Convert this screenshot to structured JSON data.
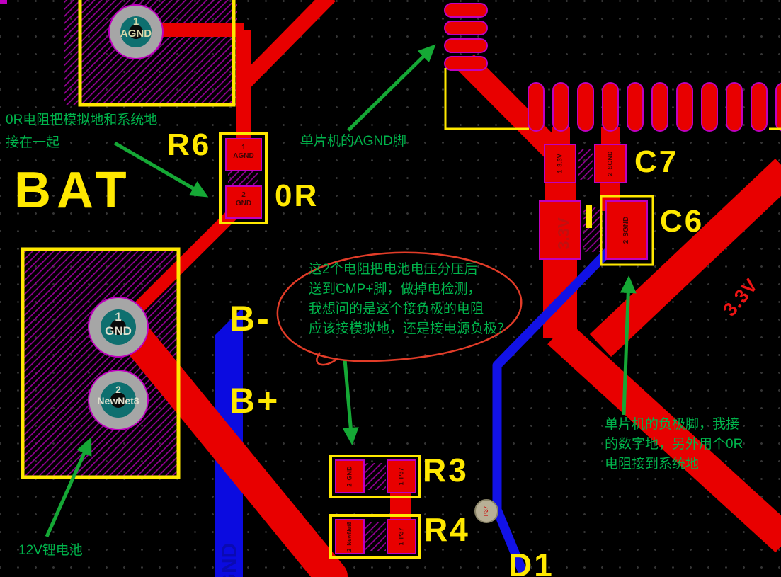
{
  "silkscreen": {
    "bat": "BAT",
    "r6": "R6",
    "r6_value": "0R",
    "b_minus": "B-",
    "b_plus": "B+",
    "r3": "R3",
    "r4": "R4",
    "c7": "C7",
    "c6": "C6",
    "d1": "D1"
  },
  "net_labels": {
    "v33_trace": "3.3V",
    "v33_pad": "3.3V",
    "gnd_blue": "GND"
  },
  "pads": {
    "agnd_module": {
      "num": "1",
      "name": "AGND"
    },
    "r6_1": {
      "num": "1",
      "name": "AGND"
    },
    "r6_2": {
      "num": "2",
      "name": "GND"
    },
    "bat_1": {
      "num": "1",
      "name": "GND"
    },
    "bat_2": {
      "num": "2",
      "name": "NewNet8"
    },
    "c7_1": {
      "num": "1",
      "name": "3.3V"
    },
    "c7_2": {
      "num": "2",
      "name": "SGND"
    },
    "c6_2": {
      "num": "2",
      "name": "SGND"
    },
    "r3_2": {
      "num": "2",
      "name": "GND"
    },
    "r3_1": {
      "num": "1",
      "name": "P37"
    },
    "r4_2": {
      "num": "2",
      "name": "NewNet8"
    },
    "r4_1": {
      "num": "1",
      "name": "P37"
    },
    "via": {
      "name": "P37"
    }
  },
  "annotations": {
    "note_0r": {
      "line1": "0R电阻把模拟地和系统地",
      "line2": "接在一起"
    },
    "note_agnd": "单片机的AGND脚",
    "note_divider": {
      "line1": "这2个电阻把电池电压分压后",
      "line2": "送到CMP+脚，做掉电检测，",
      "line3": "我想问的是这个接负极的电阻",
      "line4": "应该接模拟地，还是接电源负极？"
    },
    "note_mcu": {
      "line1": "单片机的负极脚，我接",
      "line2": "的数字地，另外用个0R",
      "line3": "电阻接到系统地"
    },
    "note_battery": "12V锂电池"
  }
}
